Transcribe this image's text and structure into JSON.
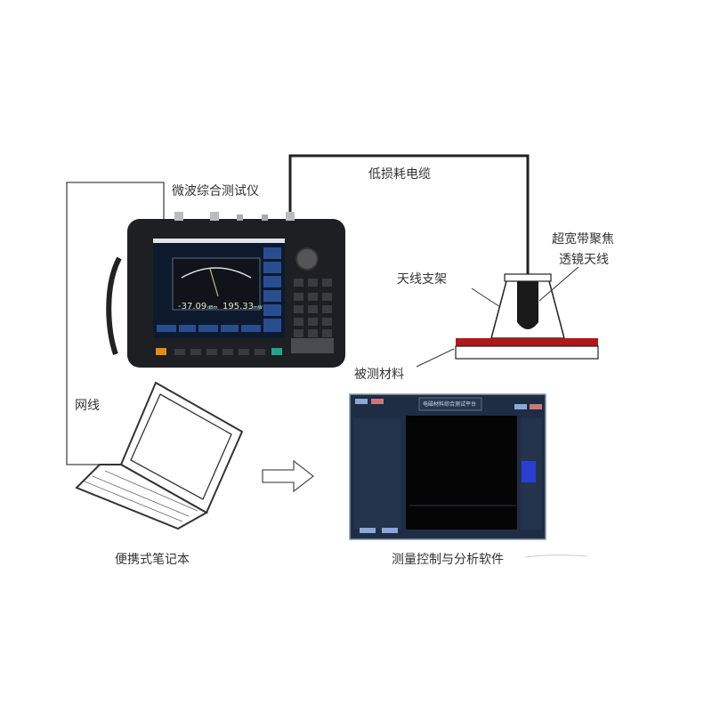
{
  "labels": {
    "instrument": "微波综合测试仪",
    "cable": "低损耗电缆",
    "antenna_line1": "超宽带聚焦",
    "antenna_line2": "透镜天线",
    "stand": "天线支架",
    "material": "被测材料",
    "network_cable": "网线",
    "laptop": "便携式笔记本",
    "software": "测量控制与分析软件"
  },
  "instrument_screen": {
    "reading_left": "-37.09",
    "unit_left": "dBm",
    "reading_right": "195.33",
    "unit_right": "mW"
  },
  "software_screen": {
    "title": "电磁材料综合测试平台"
  },
  "colors": {
    "instrument_body": "#1e1f22",
    "screen_bg": "#0d1a2e",
    "softkey": "#2a4d8f",
    "material_red": "#b01818",
    "software_bg": "#1f2d44"
  }
}
